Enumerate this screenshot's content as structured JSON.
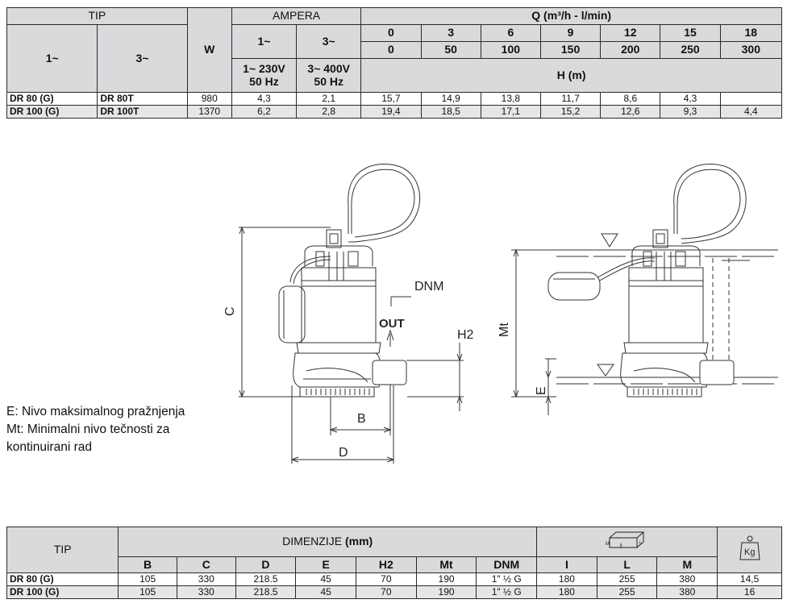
{
  "table1": {
    "tip": "TIP",
    "w": "W",
    "ampera": "AMPERA",
    "q_header": "Q (m³/h - l/min)",
    "phase1": "1~",
    "phase3": "3~",
    "amp1_header": "1~",
    "amp3_header": "3~",
    "amp1_voltage": "1~ 230V\n50 Hz",
    "amp3_voltage": "3~ 400V\n50 Hz",
    "q_m3h": [
      "0",
      "3",
      "6",
      "9",
      "12",
      "15",
      "18"
    ],
    "q_lmin": [
      "0",
      "50",
      "100",
      "150",
      "200",
      "250",
      "300"
    ],
    "h_label": "H (m)",
    "rows": [
      {
        "tip1": "DR 80 (G)",
        "tip3": "DR 80T",
        "w": "980",
        "amp1": "4,3",
        "amp3": "2,1",
        "h": [
          "15,7",
          "14,9",
          "13,8",
          "11,7",
          "8,6",
          "4,3",
          ""
        ]
      },
      {
        "tip1": "DR 100 (G)",
        "tip3": "DR 100T",
        "w": "1370",
        "amp1": "6,2",
        "amp3": "2,8",
        "h": [
          "19,4",
          "18,5",
          "17,1",
          "15,2",
          "12,6",
          "9,3",
          "4,4"
        ]
      }
    ]
  },
  "drawing": {
    "label_c": "C",
    "label_dnm": "DNM",
    "label_out": "OUT",
    "label_h2": "H2",
    "label_b": "B",
    "label_d": "D",
    "label_mt": "Mt",
    "label_e": "E"
  },
  "legend": {
    "line1": "E: Nivo maksimalnog pražnjenja",
    "line2": "Mt: Minimalni nivo tečnosti za",
    "line3": "kontinuirani rad"
  },
  "table2": {
    "tip": "TIP",
    "dimenzije_prefix": "DIMENZIJE",
    "dimenzije_unit": "(mm)",
    "pack_icon_m": "M",
    "pack_icon_l": "L",
    "weight_icon": "Kg",
    "cols": [
      "B",
      "C",
      "D",
      "E",
      "H2",
      "Mt",
      "DNM",
      "I",
      "L",
      "M"
    ],
    "rows": [
      {
        "tip": "DR 80 (G)",
        "vals": [
          "105",
          "330",
          "218.5",
          "45",
          "70",
          "190",
          "1\" ½ G",
          "180",
          "255",
          "380",
          "14,5"
        ]
      },
      {
        "tip": "DR 100 (G)",
        "vals": [
          "105",
          "330",
          "218.5",
          "45",
          "70",
          "190",
          "1\" ½ G",
          "180",
          "255",
          "380",
          "16"
        ]
      }
    ]
  }
}
